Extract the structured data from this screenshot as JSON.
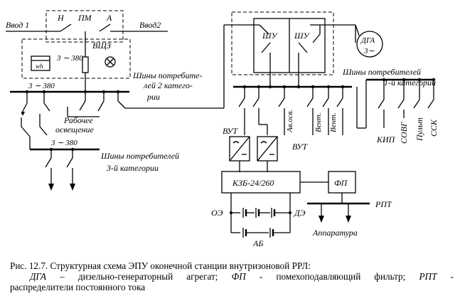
{
  "diagram": {
    "labels": {
      "vvod1": "Ввод 1",
      "vvod2": "Ввод2",
      "n": "Н",
      "pm": "ПМ",
      "a": "А",
      "vshchz": "ВЩЗ",
      "v380_top": "3 ∼ 380",
      "wh": "wh",
      "v380_bus2": "3 ∼ 380",
      "bus2_l1": "Шины потребите-",
      "bus2_l2": "лей 2 катего-",
      "bus2_l3": "рии",
      "work_l1": "Рабочее",
      "work_l2": "освещение",
      "v380_bus3": "3 ∼ 380",
      "bus3_l1": "Шины потребителей",
      "bus3_l2": "3-й категории",
      "shu1": "ШУ",
      "shu2": "ШУ",
      "dga_l1": "ДГА",
      "dga_l2": "3∼",
      "bus1_l1": "Шины потребителей",
      "bus1_l2": "1-й категории",
      "vut_left": "ВУТ",
      "vut_right": "ВУТ",
      "av_osv": "Ав.осв.",
      "vent1": "Вент.",
      "vent2": "Вент.",
      "kip": "КИП",
      "sovg": "СОВГ",
      "pult": "Пульт",
      "ssk": "ССК",
      "kzb": "КЗБ-24/260",
      "fp": "ФП",
      "rpt": "РПТ",
      "oe": "ОЭ",
      "de": "ДЭ",
      "ab": "АБ",
      "apparatura": "Аппаратура"
    }
  },
  "caption": {
    "line1": "Рис. 12.7. Структурная схема ЭПУ оконечной станции внутризоновой РРЛ:",
    "dga": "ДГА",
    "dga_def": " – дизельно-генераторный агрегат; ",
    "fp": "ФП",
    "fp_def": " - помехоподавляющий фильтр; ",
    "rpt": "РПТ",
    "rpt_def": " -",
    "line3": "распределители постоянного тока"
  }
}
